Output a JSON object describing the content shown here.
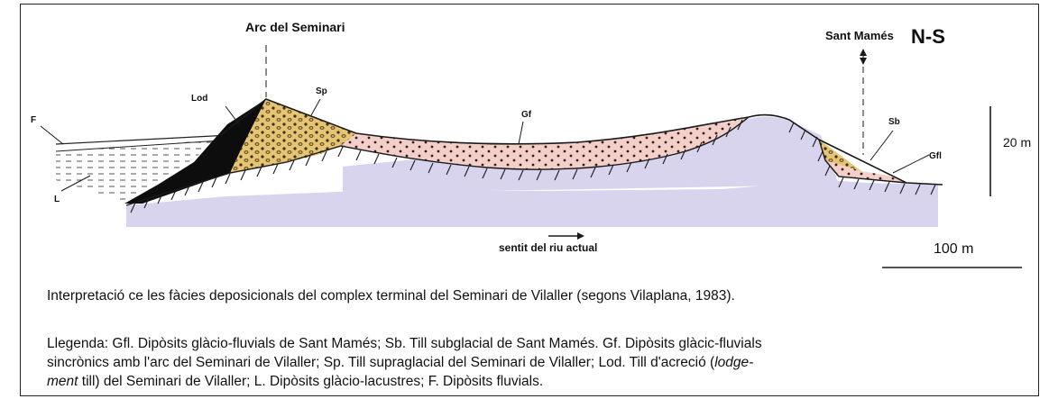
{
  "labels": {
    "arc": "Arc del Seminari",
    "sant_mames": "Sant Mamés",
    "orientation": "N-S",
    "lod": "Lod",
    "sp": "Sp",
    "gf": "Gf",
    "sb": "Sb",
    "gfl": "Gfl",
    "f": "F",
    "l": "L",
    "vertical_scale": "20 m",
    "horizontal_scale": "100 m",
    "river_direction": "sentit del riu actual"
  },
  "caption": {
    "interpretation": "Interpretació ce les fàcies deposicionals del complex terminal del Seminari de Vilaller (segons Vilaplana, 1983).",
    "legend_line1": "Llegenda: Gfl. Dipòsits glàcio-fluvials de Sant Mamés; Sb. Till subglacial de Sant Mamés. Gf. Dipòsits glàcic-fluvials",
    "legend_line2": "sincrònics amb l'arc del Seminari de Vilaller; Sp. Till supraglacial del Seminari de Vilaller; Lod. Till d'acreció (",
    "legend_italic": "lodge-",
    "legend_italic2": "ment",
    "legend_line3": " till) del Seminari de Vilaller; L. Dipòsits glàcio-lacustres; F. Dipòsits fluvials."
  },
  "colors": {
    "bedrock": "#d9d4ee",
    "lodgement": "#0d0d0d",
    "supraglacial": "#e3c574",
    "glaciofluvial": "#f2cfc8",
    "dots": "#3a1a1a"
  }
}
